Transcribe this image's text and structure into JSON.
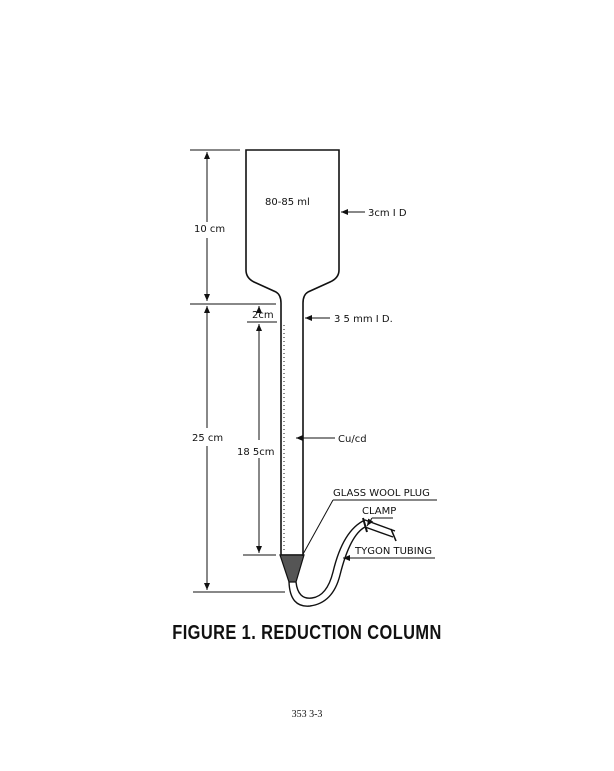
{
  "figure": {
    "labels": {
      "volume": "80-85 ml",
      "reservoir_id": "3cm I D",
      "reservoir_height": "10 cm",
      "tube_id": "3 5 mm I D.",
      "top_gap": "2cm",
      "column_height": "25 cm",
      "packing_height": "18 5cm",
      "packing": "Cu/cd",
      "plug": "GLASS WOOL PLUG",
      "clamp": "CLAMP",
      "tubing": "TYGON TUBING"
    },
    "caption": "FIGURE 1. REDUCTION COLUMN"
  },
  "page_number": "353 3-3"
}
